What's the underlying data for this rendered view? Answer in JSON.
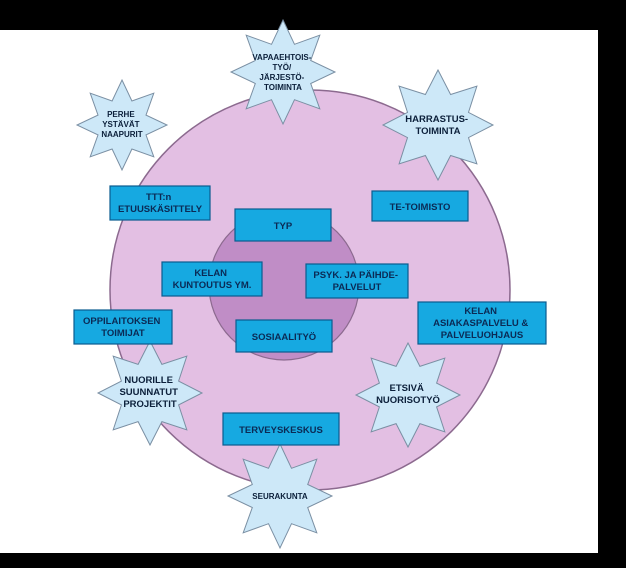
{
  "colors": {
    "background": "#000000",
    "canvas": "#ffffff",
    "outer_circle": "#e3bfe3",
    "inner_circle": "#c08dc6",
    "circle_stroke": "#8c6a8f",
    "box_fill": "#16a9e1",
    "box_stroke": "#0a5c8f",
    "star_fill": "#cde8f8",
    "star_stroke": "#7a8fa3"
  },
  "boxes": [
    {
      "id": "ttt",
      "lines": [
        "TTT:n",
        "ETUUSKÄSITTELY"
      ]
    },
    {
      "id": "te-toimisto",
      "lines": [
        "TE-TOIMISTO"
      ]
    },
    {
      "id": "typ",
      "lines": [
        "TYP"
      ]
    },
    {
      "id": "kelan-kuntoutus",
      "lines": [
        "KELAN",
        "KUNTOUTUS YM."
      ]
    },
    {
      "id": "psyk",
      "lines": [
        "PSYK. JA PÄIHDE-",
        "PALVELUT"
      ]
    },
    {
      "id": "oppilaitoksen",
      "lines": [
        "OPPILAITOKSEN",
        "TOIMIJAT"
      ]
    },
    {
      "id": "sosiaalityo",
      "lines": [
        "SOSIAALITYÖ"
      ]
    },
    {
      "id": "kelan-asiakaspalvelu",
      "lines": [
        "KELAN",
        "ASIAKASPALVELU &",
        "PALVELUOHJAUS"
      ]
    },
    {
      "id": "terveyskeskus",
      "lines": [
        "TERVEYSKESKUS"
      ]
    }
  ],
  "stars": [
    {
      "id": "vapaaehtoistyo",
      "lines": [
        "VAPAAEHTOIS-",
        "TYÖ/",
        "JÄRJESTÖ-",
        "TOIMINTA"
      ]
    },
    {
      "id": "perhe",
      "lines": [
        "PERHE",
        "YSTÄVÄT",
        "NAAPURIT"
      ]
    },
    {
      "id": "harrastus",
      "lines": [
        "HARRASTUS-",
        "TOIMINTA"
      ]
    },
    {
      "id": "nuorille",
      "lines": [
        "NUORILLE",
        "SUUNNATUT",
        "PROJEKTIT"
      ]
    },
    {
      "id": "etsiva",
      "lines": [
        "ETSIVÄ",
        "NUORISOTYÖ"
      ]
    },
    {
      "id": "seurakunta",
      "lines": [
        "SEURAKUNTA"
      ]
    }
  ]
}
